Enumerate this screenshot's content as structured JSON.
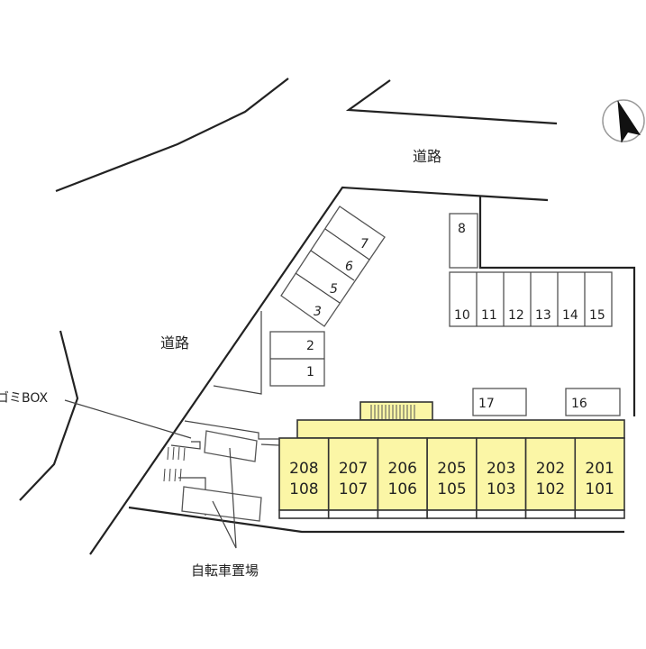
{
  "labels": {
    "road_top": "道路",
    "road_left": "道路",
    "garbage_box": "ゴミBOX",
    "bicycle_parking": "自転車置場"
  },
  "parking": [
    "1",
    "2",
    "3",
    "5",
    "6",
    "7",
    "8",
    "10",
    "11",
    "12",
    "13",
    "14",
    "15",
    "16",
    "17"
  ],
  "units": [
    {
      "upper": "208",
      "lower": "108"
    },
    {
      "upper": "207",
      "lower": "107"
    },
    {
      "upper": "206",
      "lower": "106"
    },
    {
      "upper": "205",
      "lower": "105"
    },
    {
      "upper": "203",
      "lower": "103"
    },
    {
      "upper": "202",
      "lower": "102"
    },
    {
      "upper": "201",
      "lower": "101"
    }
  ],
  "colors": {
    "building": "#fbf6a6"
  },
  "compass": "north-arrow-icon"
}
